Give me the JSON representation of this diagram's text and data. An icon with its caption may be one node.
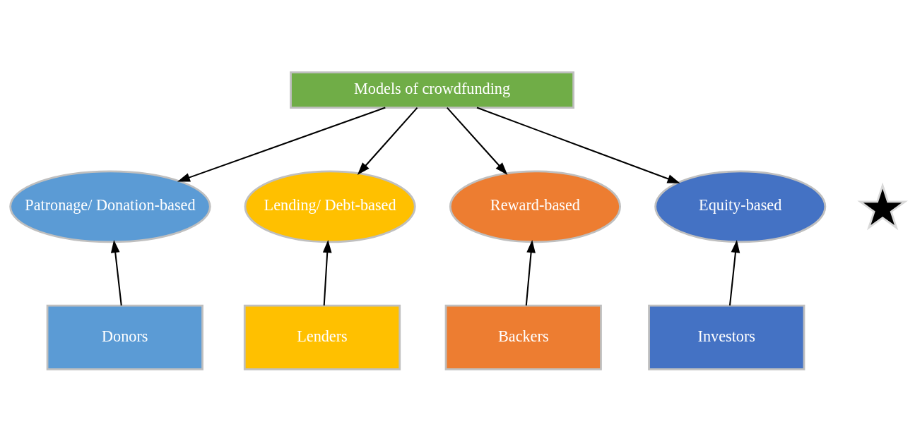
{
  "diagram": {
    "nodes": [
      {
        "text": [
          "Models of crowdfunding"
        ]
      },
      {
        "text": [
          "Patronage/ Donation-based"
        ]
      },
      {
        "text": [
          "Lending/ Debt-based"
        ]
      },
      {
        "text": [
          "Reward-based"
        ]
      },
      {
        "text": [],
        "shape": "star"
      },
      {
        "text": [
          "Equity-based"
        ]
      },
      {
        "text": [
          "Donors"
        ]
      },
      {
        "text": [
          "Lenders"
        ]
      },
      {
        "text": [
          "Backers"
        ]
      },
      {
        "text": [
          "Investors"
        ]
      }
    ],
    "edges": [
      {
        "from": 0,
        "to": 1,
        "arrow": "to"
      },
      {
        "from": 0,
        "to": 2,
        "arrow": "to"
      },
      {
        "from": 0,
        "to": 3,
        "arrow": "to"
      },
      {
        "from": 0,
        "to": 5,
        "arrow": "to"
      },
      {
        "from": 6,
        "to": 1,
        "arrow": "to"
      },
      {
        "from": 7,
        "to": 2,
        "arrow": "to"
      },
      {
        "from": 8,
        "to": 3,
        "arrow": "to"
      },
      {
        "from": 9,
        "to": 5,
        "arrow": "to"
      }
    ]
  }
}
